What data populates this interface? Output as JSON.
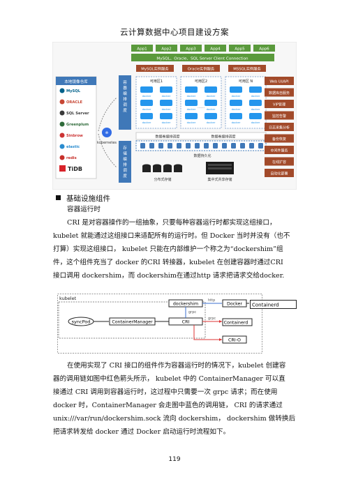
{
  "header_title": "云计算数据中心项目建设方案",
  "arch": {
    "apps": [
      "App1",
      "App2",
      "App3",
      "App4",
      "App5",
      "App6"
    ],
    "client_bar": "MySQL、Oracle、SQL Server Client Connection",
    "services": [
      "MySQL实例服务",
      "Oracle实例服务",
      "MSSQL实例服务"
    ],
    "left_panel_title": "本地镜像仓库",
    "logos": [
      "MySQL",
      "ORACLE",
      "SQL Server",
      "Greenplum",
      "Sinbrow",
      "elastic",
      "redis",
      "TiDB"
    ],
    "vertical_top": "容器编排调度",
    "vertical_bottom": "存储编排调度",
    "k8s_label": "kubernetes",
    "zones": [
      "可用区1",
      "可用区2",
      "可用区 N"
    ],
    "docker_label": "docker",
    "dots": "……",
    "sched_labels": [
      "数据卷编排调度",
      "数据卷编排调度"
    ],
    "persist_label": "数据持久化",
    "storage_labels": [
      "分布式存储",
      "集中式共享存储"
    ],
    "right_items": [
      "Web UI/API",
      "数据库自服务",
      "VIP管理",
      "监控告警",
      "日志采集分析",
      "备份恢复",
      "中间件服务",
      "在线扩容",
      "自动化部署"
    ]
  },
  "heading": "基础设施组件",
  "sub_heading": "容器运行时",
  "para1": [
    "CRI 是对容器操作的一组抽象，只要每种容器运行时都实现这组接口，",
    "kubelet 就能通过这组接口来适配所有的运行时。但 Docker 当时并没有（也不",
    "打算）实现这组接口， kubelet  只能在内部维护一个称之为“dockershim”组",
    "件，这个组件充当了  docker  的CRI 转接器，kubelet 在创建容器时通过CRI",
    "接口调用  dockershim，而 dockershim在通过http 请求把请求交给docker."
  ],
  "cri_fig": {
    "label_kubelet": "kubelet",
    "syncpod": "syncPod",
    "containermanager": "ContainerManager",
    "cri": "CRI",
    "dockershim": "dockershim",
    "docker": "Docker",
    "containerd_top": "Containerd",
    "containerd_mid": "Containerd",
    "crio": "CRI-O",
    "edge_grpc1": "grpc",
    "edge_grpc2": "grpc",
    "edge_http": "http"
  },
  "para2": [
    "在使用实现了 CRI 接口的组件作为容器运行时的情况下，kubelet 创建容",
    "器的调用链如图中红色箭头所示， kubelet  中的  ContainerManager  可以直",
    "接通过  CRI  调用到容器运行时，这过程中只需要一次 grpc 请求；而在使用",
    "docker  时，ContainerManager  会走图中蓝色的调用链， CRI 的请求通过",
    "unix:///var/run/dockershim.sock 流向 dockershim， dockershim 做转换后",
    "把请求转发给 docker 通过 Docker 启动运行时流程如下。"
  ],
  "page_number": "119"
}
